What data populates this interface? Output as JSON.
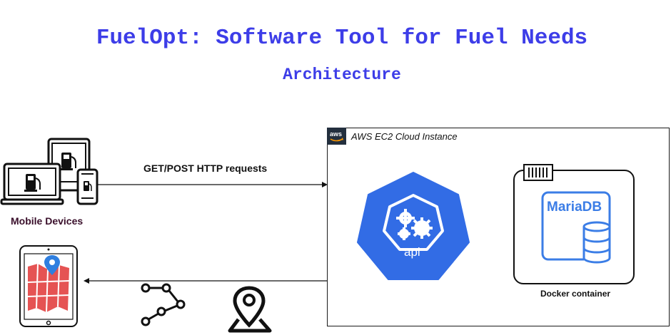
{
  "title": "FuelOpt: Software Tool for Fuel Needs",
  "subtitle": "Architecture",
  "cloud": {
    "label": "AWS EC2 Cloud Instance",
    "badge_icon": "aws-icon"
  },
  "request_label": "GET/POST HTTP requests",
  "mobile_label": "Mobile Devices",
  "api_label": "api",
  "db_label": "MariaDB",
  "docker_label": "Docker container",
  "colors": {
    "title": "#3d3de8",
    "kubernetes_blue": "#326ce5",
    "db_blue": "#3b7de6",
    "map_red": "#e55353",
    "aws_dark": "#232f3e"
  }
}
